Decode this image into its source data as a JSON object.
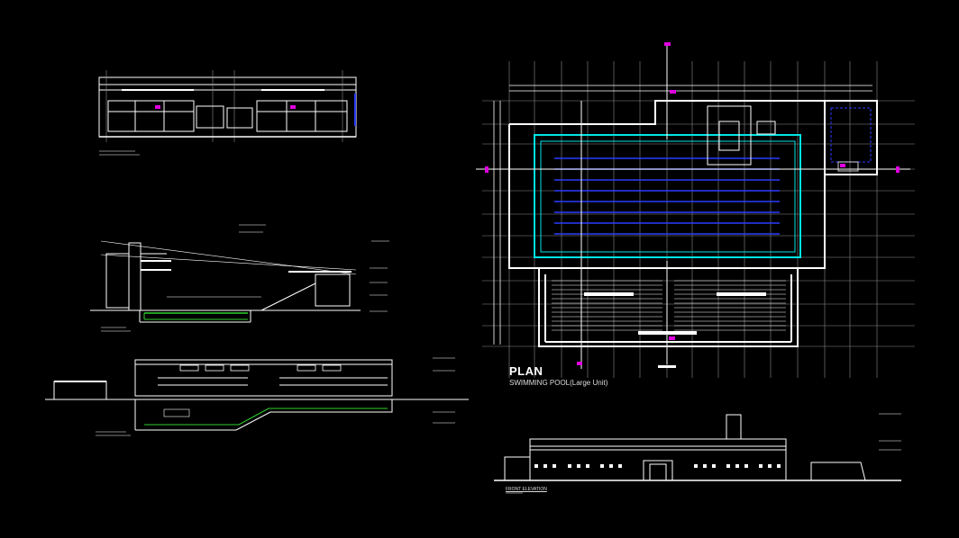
{
  "plan": {
    "title": "PLAN",
    "subtitle": "SWIMMING POOL(Large Unit)"
  },
  "front_elevation": {
    "label": "FRONT ELEVATION"
  },
  "colors": {
    "background": "#000000",
    "lines": "#ffffff",
    "grid": "#8c8c8c",
    "pool_outline": "#00e5e5",
    "lane_lines": "#2a3cff",
    "markers": "#e000e0",
    "green": "#2fd12f"
  },
  "plan_lane_count": 8
}
